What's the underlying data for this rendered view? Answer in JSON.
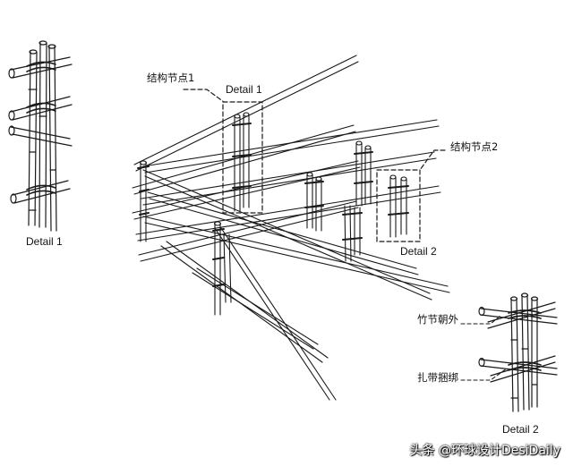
{
  "labels": {
    "detail1_small": "Detail 1",
    "detail2_small": "Detail 2",
    "node1_cn": "结构节点1",
    "node1_en": "Detail 1",
    "node2_cn": "结构节点2",
    "node2_en": "Detail 2",
    "bamboo_out": "竹节朝外",
    "tie": "扎带捆绑"
  },
  "watermark": "头条 @环球设计DesiDaily",
  "colors": {
    "ink": "#1a1a1a",
    "paper": "#ffffff"
  }
}
